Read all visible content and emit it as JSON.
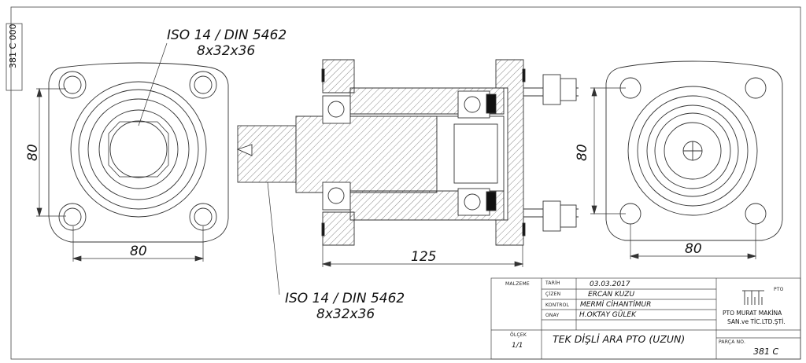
{
  "side_label": "381 C 000",
  "spline_spec_top": {
    "line1": "ISO 14 / DIN 5462",
    "line2": "8x32x36"
  },
  "spline_spec_bottom": {
    "line1": "ISO 14 / DIN 5462",
    "line2": "8x32x36"
  },
  "dimensions": {
    "left_height": "80",
    "left_width": "80",
    "center_length": "125",
    "right_height": "80",
    "right_width": "80"
  },
  "title_block": {
    "malzeme_label": "MALZEME",
    "tarih_label": "TARİH",
    "tarih_value": "03.03.2017",
    "cizen_label": "ÇİZEN",
    "cizen_value": "ERCAN KUZU",
    "kontrol_label": "KONTROL",
    "kontrol_value": "MERMİ CİHANTİMUR",
    "onay_label": "ONAY",
    "onay_value": "H.OKTAY GÜLEK",
    "olcek_label": "ÖLÇEK",
    "olcek_value": "1/1",
    "part_name": "TEK DİŞLİ ARA PTO (UZUN)",
    "logo_text": "PTO",
    "company_line1": "PTO MURAT MAKİNA",
    "company_line2": "SAN.ve TİC.LTD.ŞTİ.",
    "parca_no_label": "PARÇA NO.",
    "parca_no_value": "381 C"
  }
}
